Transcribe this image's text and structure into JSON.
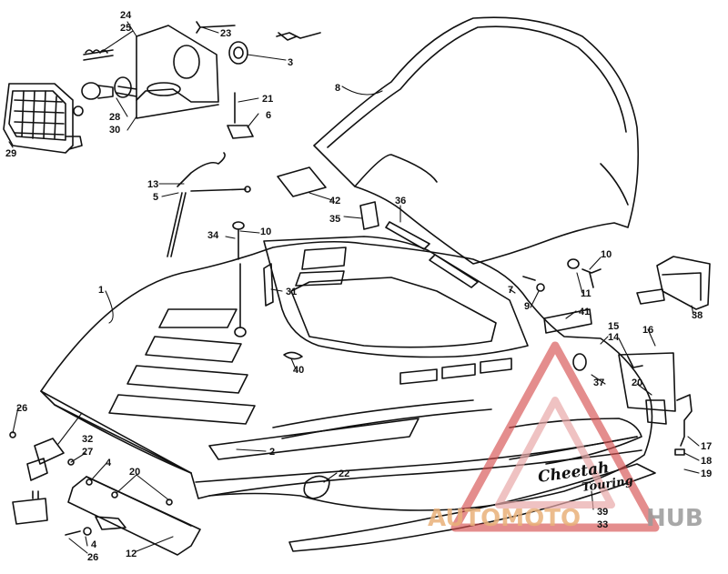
{
  "diagram": {
    "callouts": [
      "1",
      "2",
      "3",
      "4",
      "4",
      "5",
      "6",
      "7",
      "8",
      "9",
      "10",
      "10",
      "11",
      "12",
      "13",
      "14",
      "15",
      "16",
      "17",
      "18",
      "19",
      "20",
      "20",
      "21",
      "22",
      "23",
      "24",
      "25",
      "26",
      "26",
      "27",
      "28",
      "29",
      "30",
      "31",
      "32",
      "33",
      "34",
      "35",
      "36",
      "37",
      "38",
      "39",
      "40",
      "41",
      "42"
    ],
    "decal_text": {
      "line1": "Cheetah",
      "line2": "Touring"
    }
  },
  "watermark": {
    "part1": "AUTOMOTO",
    "part2": "HUB",
    "colors": {
      "primary": "#e8a8a8",
      "accent": "#d65050",
      "text_muted": "#cfcfcf"
    }
  },
  "colors": {
    "line": "#111111",
    "background": "#ffffff"
  }
}
